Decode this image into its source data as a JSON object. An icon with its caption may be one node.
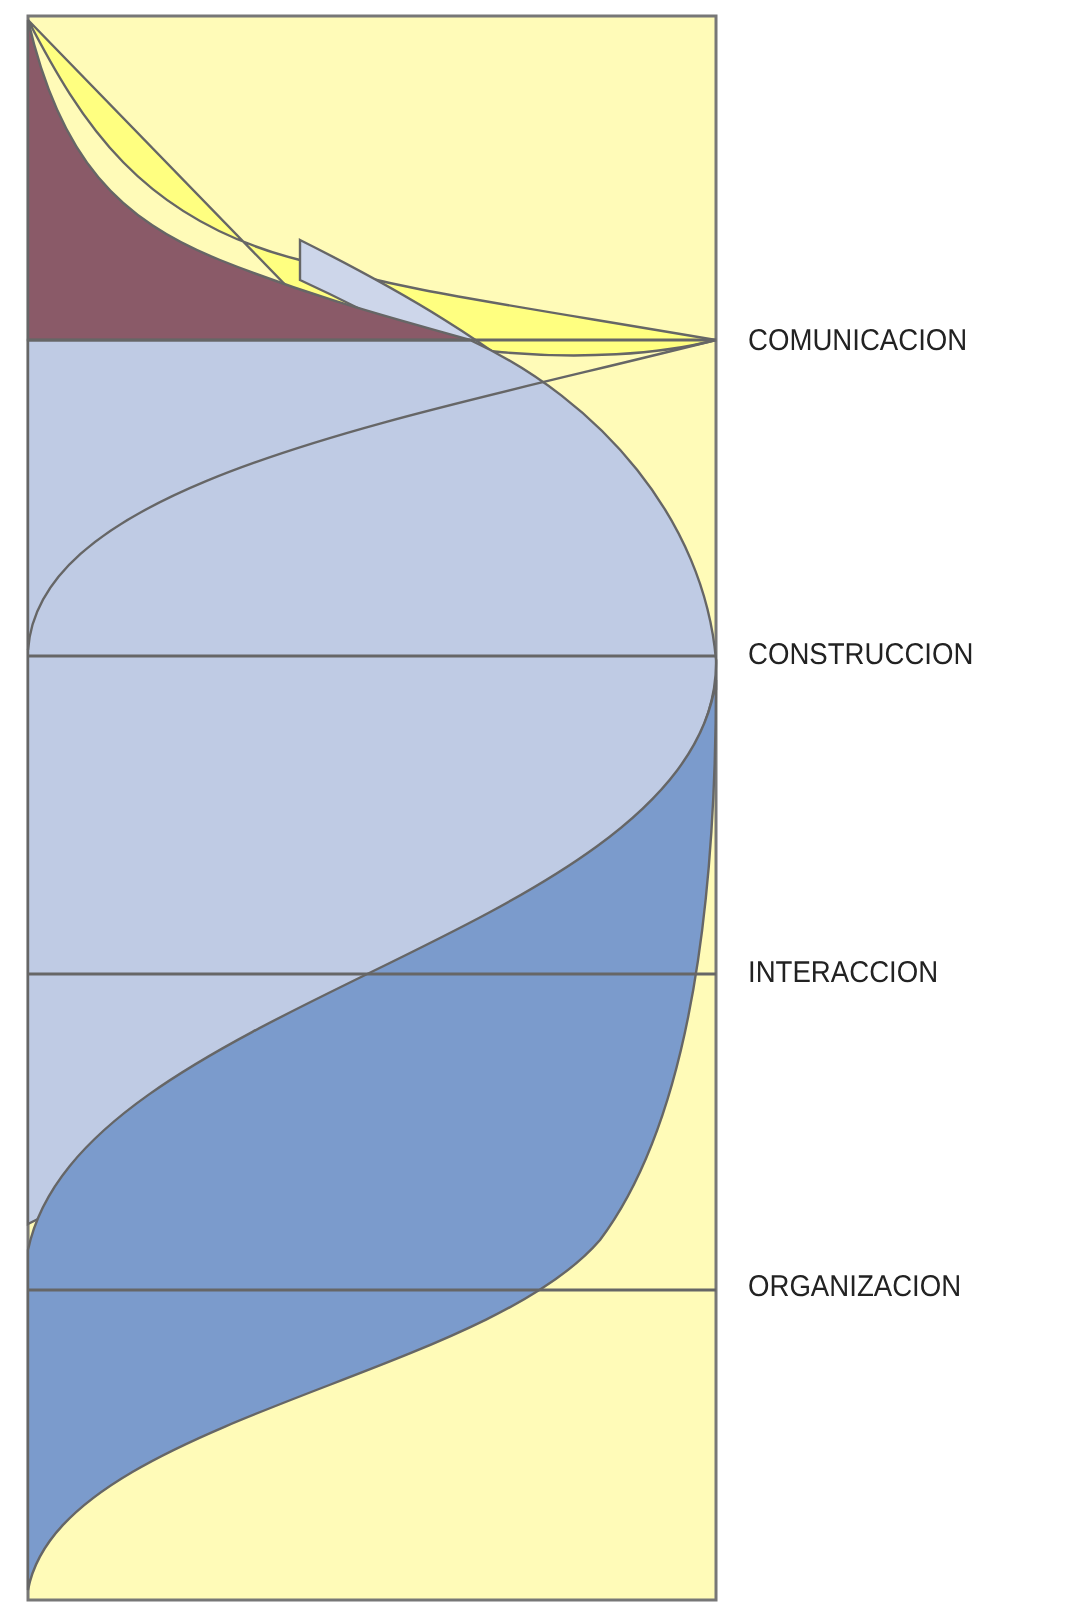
{
  "diagram": {
    "labels": [
      "COMUNICACION",
      "CONSTRUCCION",
      "INTERACCION",
      "ORGANIZACION"
    ]
  }
}
